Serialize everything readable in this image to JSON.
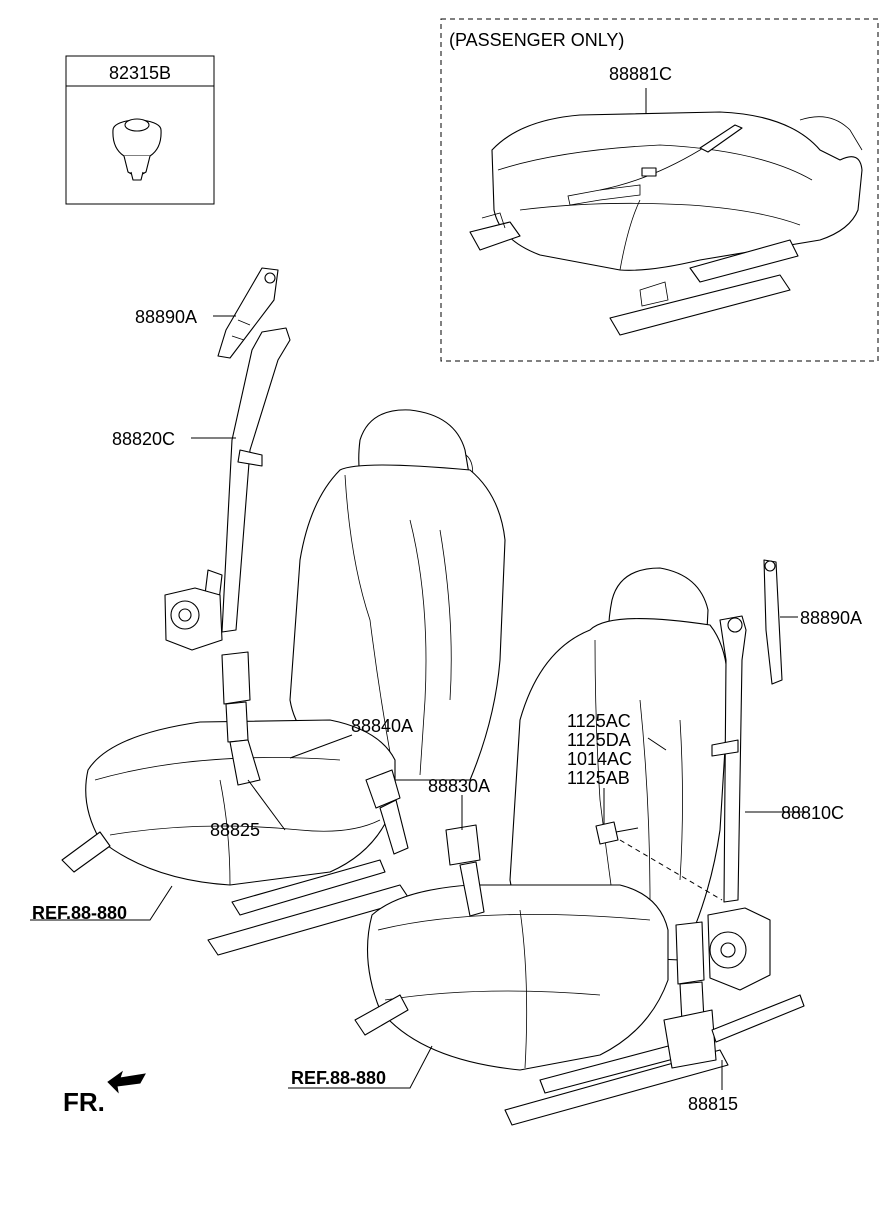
{
  "inset_box": {
    "title": "(PASSENGER ONLY)",
    "part": "88881C"
  },
  "clip_box": {
    "part": "82315B"
  },
  "labels": {
    "anchor_upper_left": "88890A",
    "belt_upper_left": "88820C",
    "buckle_left": "88840A",
    "buckle_lower_left": "88825",
    "buckle_right": "88830A",
    "bolts": [
      "1125AC",
      "1125DA",
      "1014AC",
      "1125AB"
    ],
    "anchor_right": "88890A",
    "belt_right": "88810C",
    "buckle_lower_right": "88815",
    "ref_left": "REF.88-880",
    "ref_right": "REF.88-880"
  },
  "front_indicator": "FR."
}
